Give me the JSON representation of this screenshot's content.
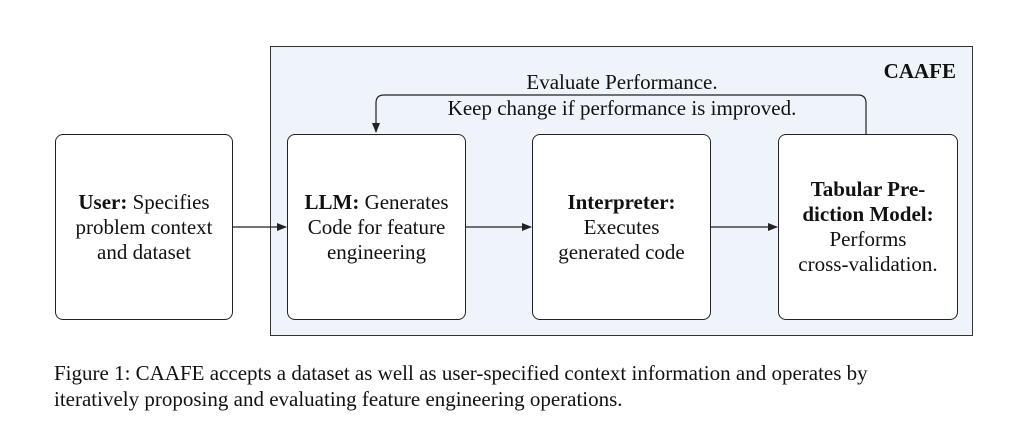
{
  "diagram": {
    "panel_title": "CAAFE",
    "feedback": {
      "line1": "Evaluate Performance.",
      "line2": "Keep change if performance is improved."
    },
    "boxes": {
      "user": {
        "bold": "User:",
        "rest_line1": " Specifies",
        "line2": "problem context",
        "line3": "and dataset"
      },
      "llm": {
        "bold": "LLM:",
        "rest_line1": " Generates",
        "line2": "Code for feature",
        "line3": "engineering"
      },
      "interpreter": {
        "bold": "Interpreter:",
        "line2": "Executes",
        "line3": "generated code"
      },
      "tabular": {
        "bold_line1": "Tabular Pre-",
        "bold_line2": "diction Model:",
        "line3": "Performs",
        "line4": "cross-validation."
      }
    }
  },
  "caption": {
    "line1": "Figure 1: CAAFE accepts a dataset as well as user-specified context information and operates by",
    "line2": "iteratively proposing and evaluating feature engineering operations."
  },
  "colors": {
    "panel_background": "#eef4fa",
    "border": "#222222"
  }
}
